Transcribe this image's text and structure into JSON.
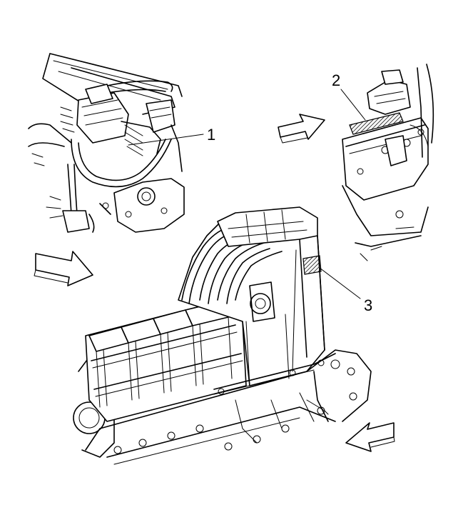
{
  "diagram": {
    "callouts": [
      {
        "id": "1",
        "text": "1"
      },
      {
        "id": "2",
        "text": "2"
      },
      {
        "id": "3",
        "text": "3"
      }
    ],
    "arrows": [
      {
        "id": "arrow-top-right-view",
        "direction": "right"
      },
      {
        "id": "arrow-left-view",
        "direction": "right"
      },
      {
        "id": "arrow-bottom-right-view",
        "direction": "left"
      }
    ],
    "colors": {
      "line": "#000000",
      "background": "#ffffff",
      "arrow_fill": "#ffffff",
      "hatch": "#000000"
    }
  }
}
